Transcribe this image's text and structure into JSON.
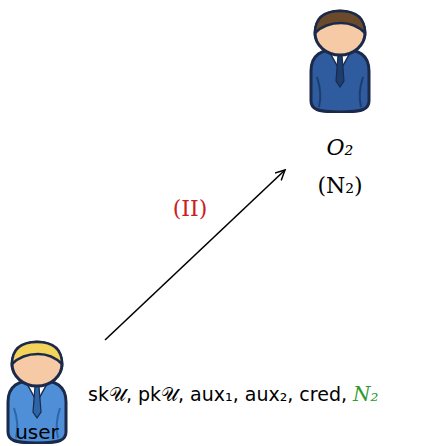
{
  "diagram": {
    "nodes": [
      {
        "text": [
          "O₂",
          "(N₂)"
        ]
      },
      {
        "text": [
          "user"
        ]
      }
    ],
    "edges": [
      {
        "from": 1,
        "to": 0,
        "arrow": "to",
        "label": "(II)"
      }
    ],
    "labels": [
      "sk𝒰, pk𝒰, aux₁, aux₂, cred,",
      "N₂"
    ]
  }
}
